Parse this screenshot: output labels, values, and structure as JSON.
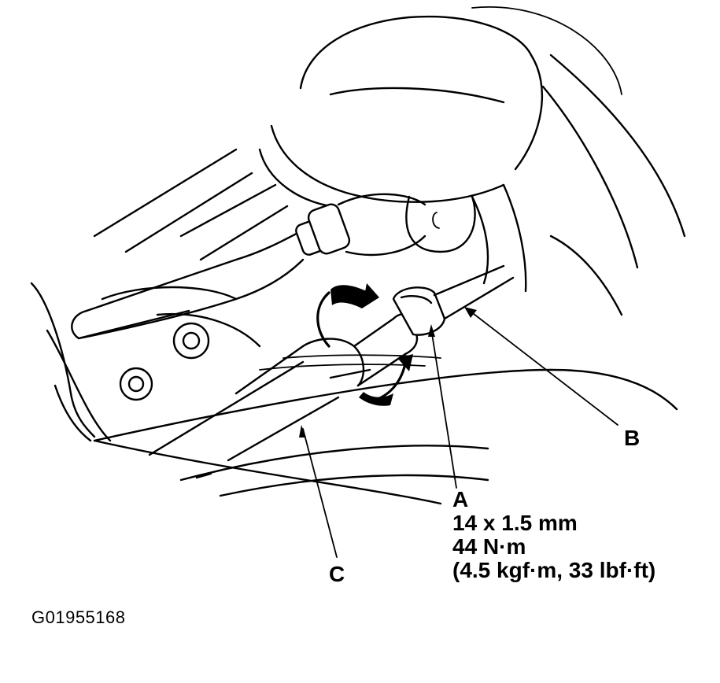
{
  "callouts": {
    "a": "A",
    "b": "B",
    "c": "C"
  },
  "spec": {
    "thread_size": "14 x 1.5 mm",
    "torque_nm": "44 N·m",
    "torque_alt": "(4.5 kgf·m, 33 lbf·ft)"
  },
  "figure_id": "G01955168"
}
